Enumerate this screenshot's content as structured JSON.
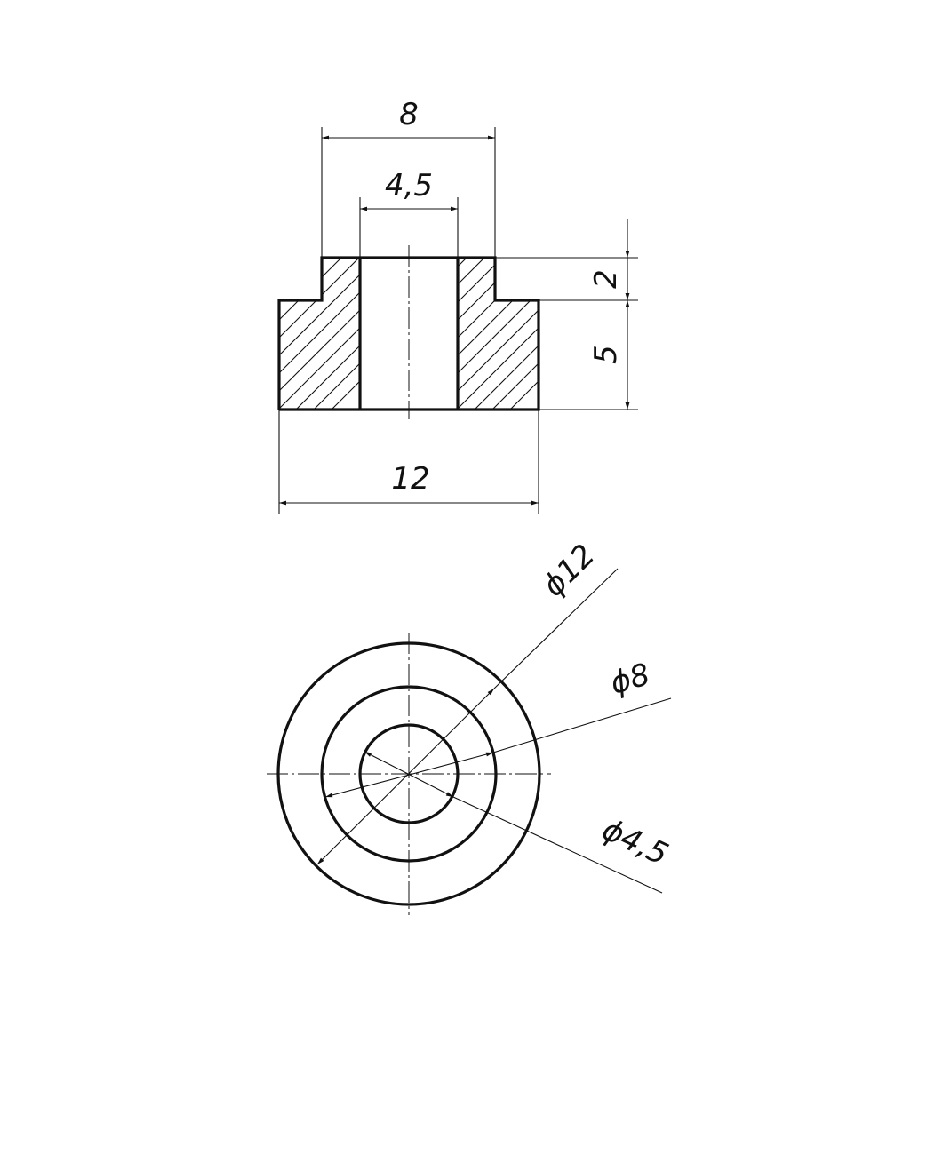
{
  "drawing": {
    "dimensions": {
      "top_width": "8",
      "bore_width": "4,5",
      "collar_height": "2",
      "base_height": "5",
      "base_width": "12",
      "outer_diameter": "ϕ12",
      "collar_diameter": "ϕ8",
      "bore_diameter": "ϕ4,5"
    }
  }
}
